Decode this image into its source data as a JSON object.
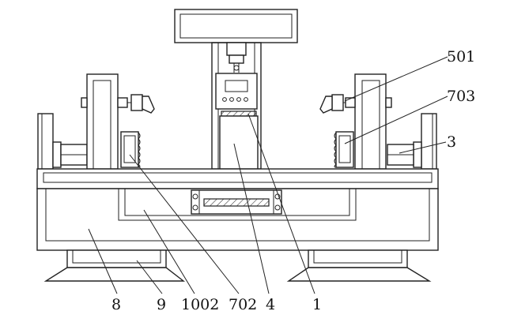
{
  "diagram": {
    "labels": [
      {
        "id": "label-501",
        "text": "501"
      },
      {
        "id": "label-703",
        "text": "703"
      },
      {
        "id": "label-3",
        "text": "3"
      },
      {
        "id": "label-8",
        "text": "8"
      },
      {
        "id": "label-9",
        "text": "9"
      },
      {
        "id": "label-1002",
        "text": "1002"
      },
      {
        "id": "label-702",
        "text": "702"
      },
      {
        "id": "label-4",
        "text": "4"
      },
      {
        "id": "label-1",
        "text": "1"
      }
    ]
  }
}
